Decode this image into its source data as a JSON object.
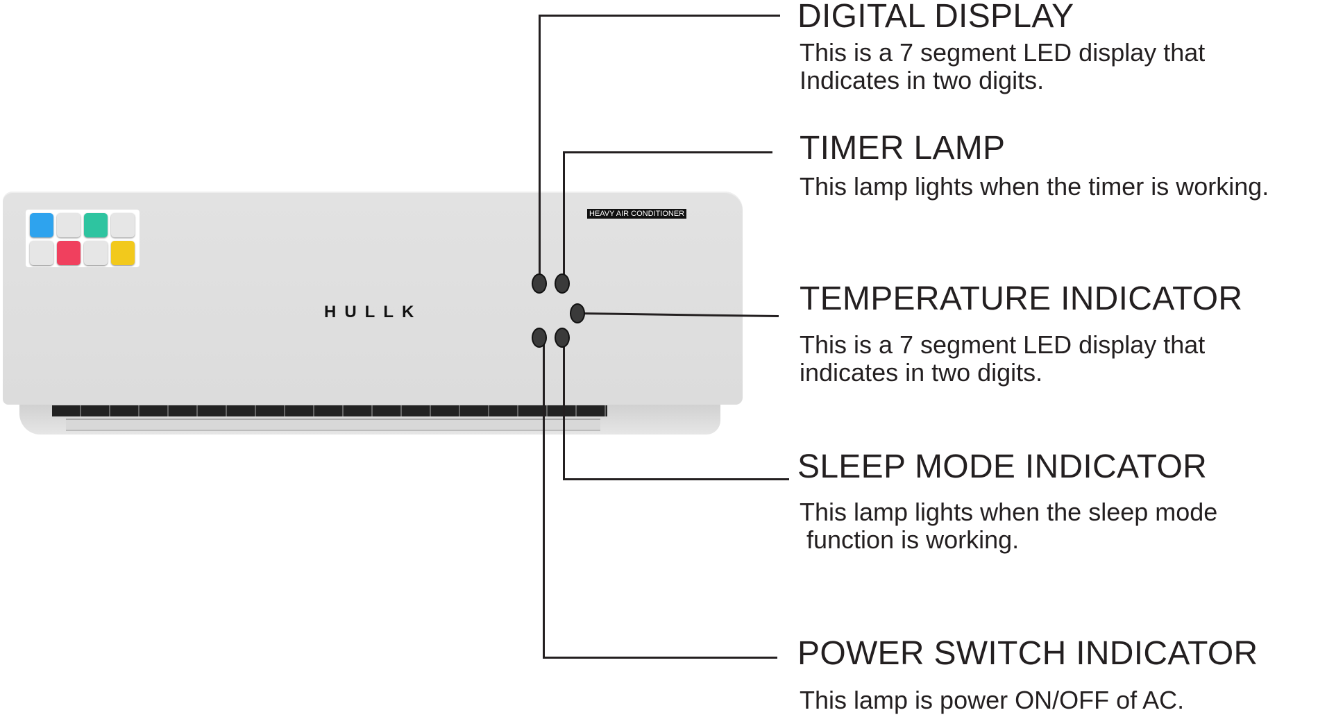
{
  "unit": {
    "brand": "HULLK",
    "badge": "HEAVY AIR CONDITIONER",
    "feature_icons": [
      {
        "name": "super-cool-icon",
        "color": "#2ea3ee"
      },
      {
        "name": "hidden-display-icon",
        "color": "#e6e6e6"
      },
      {
        "name": "copper-icon",
        "color": "#2ec4a0"
      },
      {
        "name": "silent-operation-icon",
        "color": "#e6e6e6"
      },
      {
        "name": "climate-control-icon",
        "color": "#e6e6e6"
      },
      {
        "name": "anti-bacteria-icon",
        "color": "#f0405e"
      },
      {
        "name": "self-cleaning-icon",
        "color": "#e6e6e6"
      },
      {
        "name": "warranty-icon",
        "color": "#f2c91c"
      }
    ]
  },
  "callouts": [
    {
      "title": "DIGITAL DISPLAY",
      "desc": "This is a 7 segment LED display that\nIndicates in two digits."
    },
    {
      "title": "TIMER LAMP",
      "desc": "This lamp lights when the timer is working."
    },
    {
      "title": "TEMPERATURE INDICATOR",
      "desc": "This is a 7 segment LED display that\nindicates in two digits."
    },
    {
      "title": "SLEEP MODE INDICATOR",
      "desc": "This lamp lights when the sleep mode\n function is working."
    },
    {
      "title": "POWER SWITCH INDICATOR",
      "desc": "This lamp is power ON/OFF of AC."
    }
  ]
}
